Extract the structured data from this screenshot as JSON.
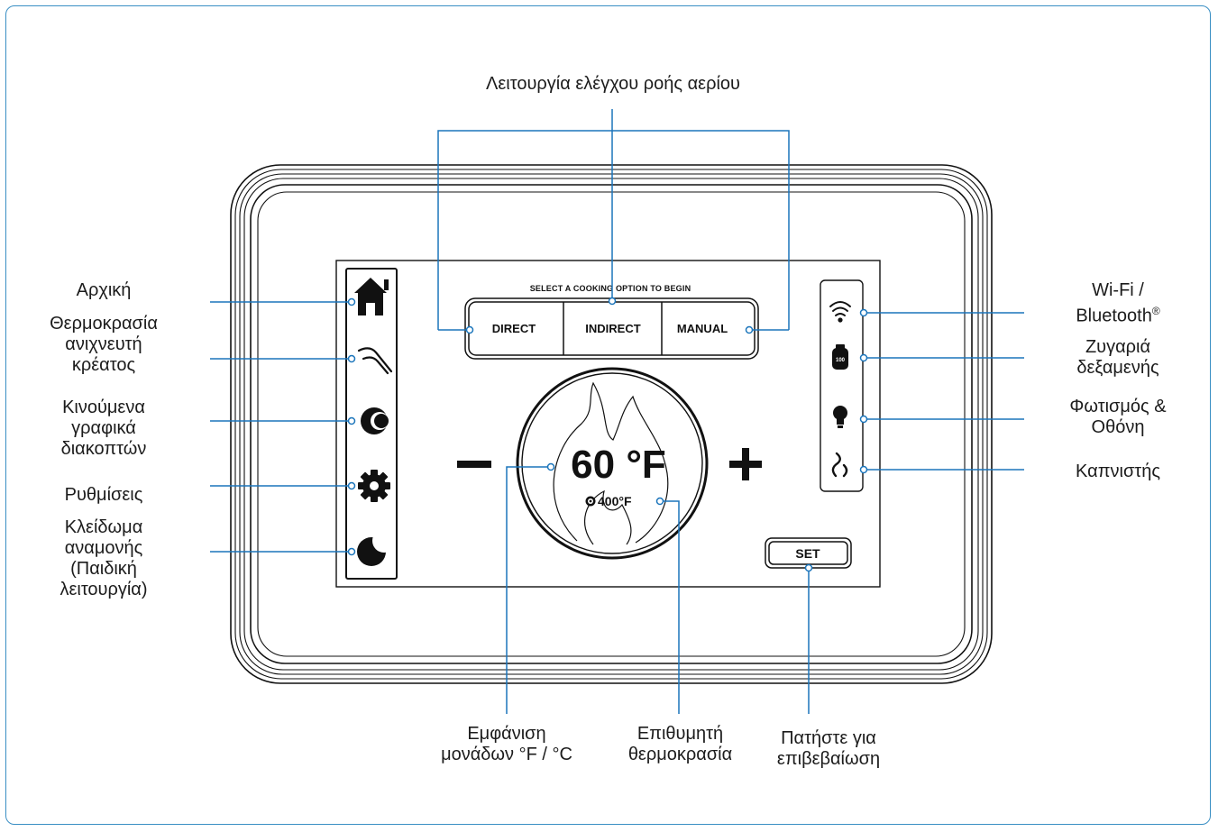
{
  "screen": {
    "header": "SELECT A COOKING OPTION TO BEGIN",
    "modes": [
      "DIRECT",
      "INDIRECT",
      "MANUAL"
    ],
    "current_temp": "60 °F",
    "target_temp": "400°F",
    "minus": "–",
    "plus": "+",
    "set_button": "SET",
    "tank_level": "100"
  },
  "callouts": {
    "top": "Λειτουργία ελέγχου ροής αερίου",
    "left": [
      "Αρχική",
      "Θερμοκρασία\nανιχνευτή\nκρέατος",
      "Κινούμενα\nγραφικά\nδιακοπτών",
      "Ρυθμίσεις",
      "Κλείδωμα\nαναμονής\n(Παιδική\nλειτουργία)"
    ],
    "right": {
      "wifi": "Wi-Fi /\nBluetooth",
      "wifi_mark": "®",
      "tank": "Ζυγαριά\nδεξαμενής",
      "light": "Φωτισμός &\nΟθόνη",
      "smoker": "Καπνιστής"
    },
    "bottom": [
      "Εμφάνιση\nμονάδων °F / °C",
      "Επιθυμητή\nθερμοκρασία",
      "Πατήστε για\nεπιβεβαίωση"
    ]
  },
  "colors": {
    "leader": "#1b75bb",
    "frame": "#3a8fc4",
    "ink": "#111111"
  },
  "icons": [
    "home-icon",
    "probe-icon",
    "knob-animation-icon",
    "gear-icon",
    "moon-icon",
    "wifi-icon",
    "tank-icon",
    "bulb-icon",
    "smoke-icon",
    "flame-icon",
    "target-icon"
  ]
}
